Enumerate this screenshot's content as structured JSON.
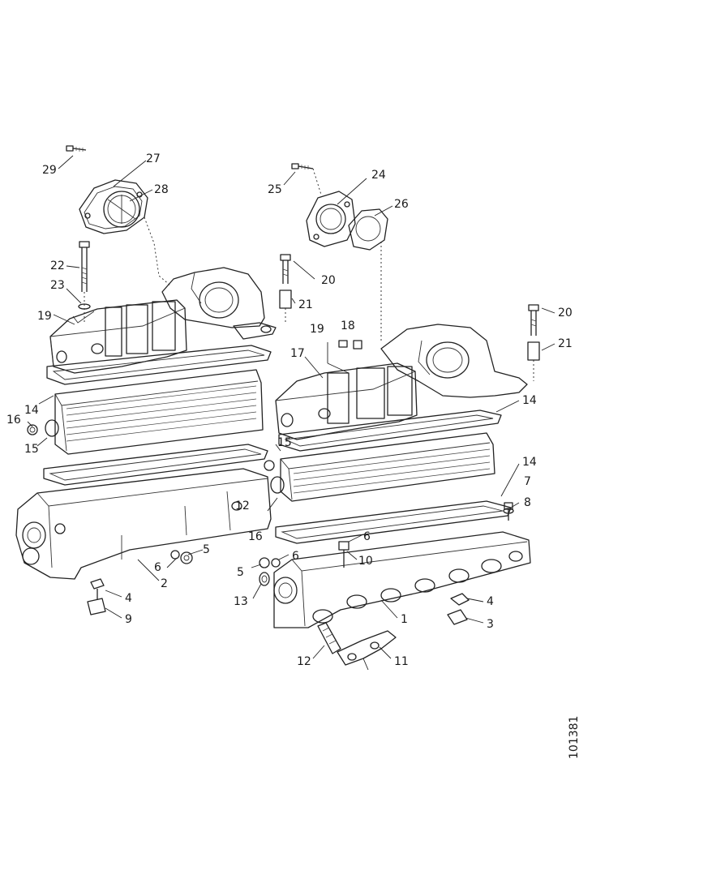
{
  "figure_id": "101381",
  "callouts": [
    {
      "id": "c-29",
      "text": "29"
    },
    {
      "id": "c-27",
      "text": "27"
    },
    {
      "id": "c-28",
      "text": "28"
    },
    {
      "id": "c-22",
      "text": "22"
    },
    {
      "id": "c-23",
      "text": "23"
    },
    {
      "id": "c-19a",
      "text": "19"
    },
    {
      "id": "c-14a",
      "text": "14"
    },
    {
      "id": "c-16a",
      "text": "16"
    },
    {
      "id": "c-15a",
      "text": "15"
    },
    {
      "id": "c-25",
      "text": "25"
    },
    {
      "id": "c-24",
      "text": "24"
    },
    {
      "id": "c-26",
      "text": "26"
    },
    {
      "id": "c-20a",
      "text": "20"
    },
    {
      "id": "c-21a",
      "text": "21"
    },
    {
      "id": "c-19b",
      "text": "19"
    },
    {
      "id": "c-18",
      "text": "18"
    },
    {
      "id": "c-17",
      "text": "17"
    },
    {
      "id": "c-20b",
      "text": "20"
    },
    {
      "id": "c-21b",
      "text": "21"
    },
    {
      "id": "c-14b",
      "text": "14"
    },
    {
      "id": "c-15b",
      "text": "15"
    },
    {
      "id": "c-14c",
      "text": "14"
    },
    {
      "id": "c-7",
      "text": "7"
    },
    {
      "id": "c-8",
      "text": "8"
    },
    {
      "id": "c-12a",
      "text": "12"
    },
    {
      "id": "c-16b",
      "text": "16"
    },
    {
      "id": "c-6a",
      "text": "6"
    },
    {
      "id": "c-6b",
      "text": "6"
    },
    {
      "id": "c-5a",
      "text": "5"
    },
    {
      "id": "c-6c",
      "text": "6"
    },
    {
      "id": "c-5b",
      "text": "5"
    },
    {
      "id": "c-10",
      "text": "10"
    },
    {
      "id": "c-2",
      "text": "2"
    },
    {
      "id": "c-4a",
      "text": "4"
    },
    {
      "id": "c-9",
      "text": "9"
    },
    {
      "id": "c-13",
      "text": "13"
    },
    {
      "id": "c-1",
      "text": "1"
    },
    {
      "id": "c-4b",
      "text": "4"
    },
    {
      "id": "c-3",
      "text": "3"
    },
    {
      "id": "c-12b",
      "text": "12"
    },
    {
      "id": "c-11",
      "text": "11"
    }
  ]
}
